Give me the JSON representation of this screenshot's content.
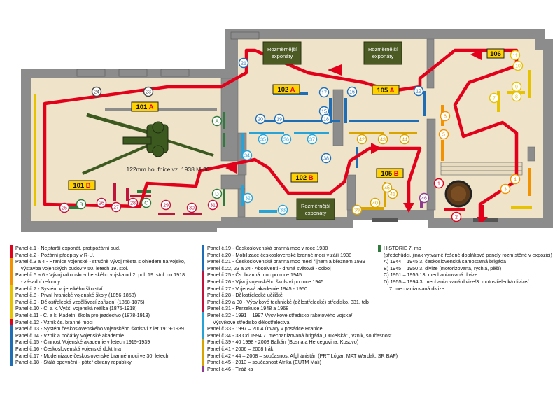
{
  "map": {
    "room_labels": [
      {
        "id": "r101a",
        "text": "101 A"
      },
      {
        "id": "r101b",
        "text": "101 B"
      },
      {
        "id": "r102a",
        "text": "102 A"
      },
      {
        "id": "r102b",
        "text": "102 B"
      },
      {
        "id": "r105a",
        "text": "105 A"
      },
      {
        "id": "r105b",
        "text": "105 B"
      },
      {
        "id": "r106",
        "text": "106"
      }
    ],
    "box_line1": "Rozměrnější",
    "box_line2": "exponáty",
    "gun_caption": "122mm houfnice vz. 1938 M-30",
    "letters": [
      "A",
      "B",
      "C",
      "D"
    ],
    "panel_numbers": [
      "1",
      "2",
      "3",
      "4",
      "5",
      "6",
      "7",
      "8",
      "9",
      "10",
      "11",
      "12",
      "15",
      "16",
      "17",
      "18",
      "19",
      "20",
      "21",
      "23",
      "24",
      "25",
      "26",
      "27",
      "28",
      "29",
      "30",
      "31",
      "32",
      "33",
      "34",
      "35",
      "36",
      "37",
      "38",
      "39",
      "40",
      "41",
      "42",
      "43",
      "44",
      "45",
      "46"
    ]
  },
  "colors": {
    "red": "#e2001a",
    "wall": "#8c8c8c",
    "floor": "#efe3c9",
    "label": "#ffd200",
    "blue": "#1f6eb5",
    "orange": "#f39200",
    "yellow": "#e6c200",
    "green": "#2f7a3c",
    "crimson": "#c0143c",
    "cyan": "#27a3d8",
    "gold": "#d9a400",
    "purple": "#8e3a8e",
    "olive": "#4c5a24"
  },
  "legend": {
    "col1": [
      {
        "color": "#e2001a",
        "lines": [
          "Panel č.1 - Nejstarší exponát, protipožární sud."
        ]
      },
      {
        "color": "#e2001a",
        "lines": [
          "Panel č.2 - Požární předpisy v R-U."
        ]
      },
      {
        "color": "#f39200",
        "lines": [
          "Panel č.3 a 4 - Hranice vojenské - stručně vývoj města s ohledem na vojsko,",
          "výstavba vojenských budov v 50. letech 19. stol."
        ]
      },
      {
        "color": "#f39200",
        "lines": [
          "Panel č.5 a 6 - Vývoj rakousko-uherského vojska od 2. pol. 19. stol. do 1918",
          "- zásadní reformy."
        ]
      },
      {
        "color": "#e6c200",
        "lines": [
          "Panel č.7 - Systém vojenského školství"
        ]
      },
      {
        "color": "#e6c200",
        "lines": [
          "Panel č.8 - První hranické vojenské školy (1856-1858)"
        ]
      },
      {
        "color": "#e6c200",
        "lines": [
          "Panel č.9 - Dělostřelecká vzdělávací zařízení (1858-1875)"
        ]
      },
      {
        "color": "#e6c200",
        "lines": [
          "Panel č.10 - C. a k. Vyšší vojenská reálka (1875-1918)"
        ]
      },
      {
        "color": "#e6c200",
        "lines": [
          "Panel č.11 - C. a k. Kadetní škola pro jezdectvo (1878-1918)"
        ]
      },
      {
        "color": "#e2001a",
        "lines": [
          "Panel č.12 - Vznik čs. branné moci"
        ]
      },
      {
        "color": "#1f6eb5",
        "lines": [
          "Panel č.13 - Systém československého vojenského školství z let 1919-1939"
        ]
      },
      {
        "color": "#1f6eb5",
        "lines": [
          "Panel č.14 - Vznik a počátky Vojenské akademie"
        ]
      },
      {
        "color": "#1f6eb5",
        "lines": [
          "Panel č.15 - Činnost Vojenské akademie v letech 1919-1939"
        ]
      },
      {
        "color": "#1f6eb5",
        "lines": [
          "Panel č.16 - Československá vojenská doktrína"
        ]
      },
      {
        "color": "#1f6eb5",
        "lines": [
          "Panel č.17 - Modernizace československé branné moci ve 30. letech"
        ]
      },
      {
        "color": "#1f6eb5",
        "lines": [
          "Panel č.18 - Stálá opevnění - páteř obrany republiky"
        ]
      }
    ],
    "col2": [
      {
        "color": "#1f6eb5",
        "lines": [
          "Panel č.19 - Československá branná moc v roce 1938"
        ]
      },
      {
        "color": "#1f6eb5",
        "lines": [
          "Panel č.20 - Mobilizace československé branné moci v září 1938"
        ]
      },
      {
        "color": "#1f6eb5",
        "lines": [
          "Panel č.21 - Československá branná moc mezi říjnem a březnem 1939"
        ]
      },
      {
        "color": "#1f6eb5",
        "lines": [
          "Panel č.22, 23 a 24 - Absolventi - druhá světová - odboj"
        ]
      },
      {
        "color": "#c0143c",
        "lines": [
          "Panel č.25 - Čs. branná moc po roce 1945"
        ]
      },
      {
        "color": "#c0143c",
        "lines": [
          "Panel č.26 - Vývoj vojenského školství po roce 1945"
        ]
      },
      {
        "color": "#c0143c",
        "lines": [
          "Panel č.27 - Vojenská akademie 1945 - 1950"
        ]
      },
      {
        "color": "#c0143c",
        "lines": [
          "Panel č.28 - Dělostřelecké učiliště"
        ]
      },
      {
        "color": "#c0143c",
        "lines": [
          "Panel č.29  a 30 - Výcvikové technické (dělostřelecké) středisko, 331. tdb"
        ]
      },
      {
        "color": "#c0143c",
        "lines": [
          "Panel č.31 - Perzekuce 1948 a 1968"
        ]
      },
      {
        "color": "#27a3d8",
        "lines": [
          "Panel č.32 - 1991 – 1997  Výcvikové středisko raketového vojska/",
          "Výcvikové středisko dělostřelectva"
        ]
      },
      {
        "color": "#27a3d8",
        "lines": [
          "Panel č.33 - 1997 – 2004 Útvary v posádce Hranice"
        ]
      },
      {
        "color": "#27a3d8",
        "lines": [
          "Panel č.34 - 38  Od 1994 7. mechanizovaná brigáda „Dukelská“ , vznik, současnost"
        ]
      },
      {
        "color": "#d9a400",
        "lines": [
          "Panel č.39 - 40  1998 - 2008 Balkán (Bosna a Hercegovina, Kosovo)"
        ]
      },
      {
        "color": "#d9a400",
        "lines": [
          "Panel č.41 - 2006 – 2008  Irák"
        ]
      },
      {
        "color": "#d9a400",
        "lines": [
          "Panel č.42 - 44  – 2008 – současnost  Afghánistán (PRT Lógar, MAT Wardak, SR BAF)"
        ]
      },
      {
        "color": "#d9a400",
        "lines": [
          "Panel č.45 - 2013 – současnost  Afrika (EUTM Mali)"
        ]
      },
      {
        "color": "#8e3a8e",
        "lines": [
          "Panel č.46 - Tiráž ka"
        ]
      }
    ],
    "col3": [
      {
        "color": "#2f7a3c",
        "lines": [
          "HISTORIE 7. mb"
        ]
      },
      {
        "color": "",
        "lines": [
          "(předchůdci, jinak výtvarně řešené doplňkové panely rozmístěné v expozici)"
        ]
      },
      {
        "color": "",
        "lines": [
          "A) 1944 – 1945 3. československá samostatná brigáda"
        ]
      },
      {
        "color": "",
        "lines": [
          "B) 1945 – 1950 3. divize (motorizovaná, rychlá, pěší)"
        ]
      },
      {
        "color": "",
        "lines": [
          "C) 1951 – 1955 13. mechanizovaná divize"
        ]
      },
      {
        "color": "",
        "lines": [
          "D) 1955 – 1994 3. mechanizovaná divize/3. motostřelecká divize/",
          "7. mechanizovaná divize"
        ]
      }
    ]
  }
}
